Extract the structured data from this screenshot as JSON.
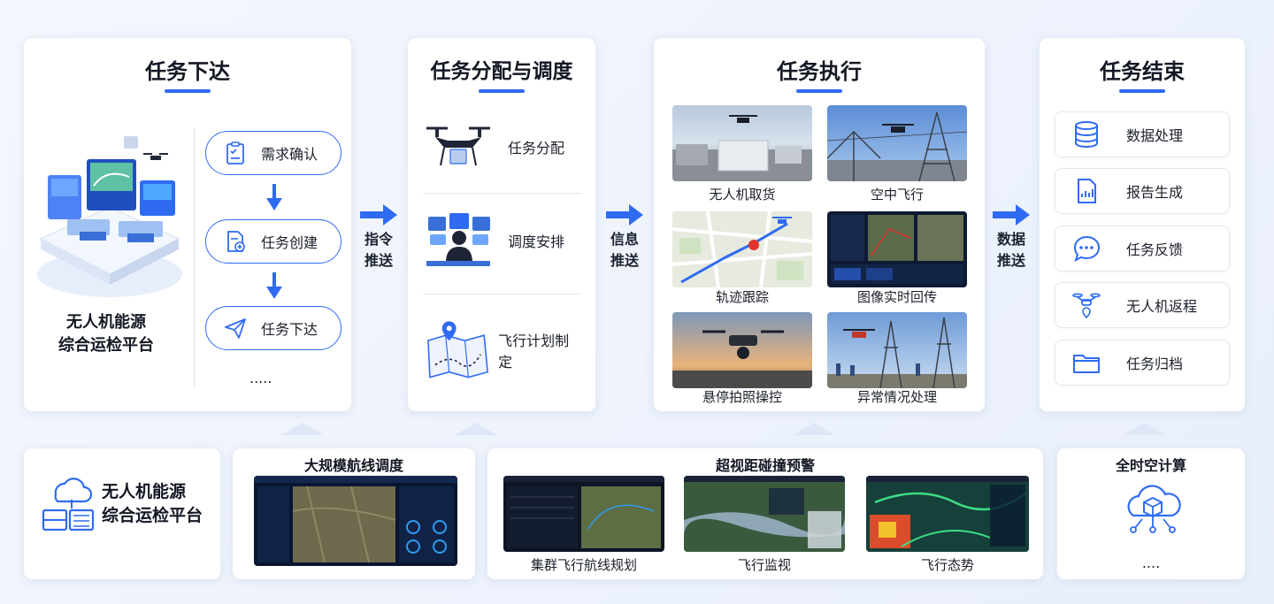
{
  "stage1": {
    "title": "任务下达",
    "platform_label_line1": "无人机能源",
    "platform_label_line2": "综合运检平台",
    "steps": [
      {
        "label": "需求确认",
        "icon": "clipboard-check-icon"
      },
      {
        "label": "任务创建",
        "icon": "document-add-icon"
      },
      {
        "label": "任务下达",
        "icon": "paper-plane-icon"
      }
    ],
    "more": "....."
  },
  "arrow1": {
    "line1": "指令",
    "line2": "推送"
  },
  "stage2": {
    "title": "任务分配与调度",
    "items": [
      {
        "label": "任务分配",
        "icon": "delivery-drone-icon"
      },
      {
        "label": "调度安排",
        "icon": "dispatcher-monitors-icon"
      },
      {
        "label": "飞行计划制定",
        "icon": "map-pin-route-icon"
      }
    ]
  },
  "arrow2": {
    "line1": "信息",
    "line2": "推送"
  },
  "stage3": {
    "title": "任务执行",
    "photos": [
      {
        "label": "无人机取货"
      },
      {
        "label": "空中飞行"
      },
      {
        "label": "轨迹跟踪"
      },
      {
        "label": "图像实时回传"
      },
      {
        "label": "悬停拍照操控"
      },
      {
        "label": "异常情况处理"
      }
    ]
  },
  "arrow3": {
    "line1": "数据",
    "line2": "推送"
  },
  "stage4": {
    "title": "任务结束",
    "items": [
      {
        "label": "数据处理",
        "icon": "database-icon"
      },
      {
        "label": "报告生成",
        "icon": "report-chart-icon"
      },
      {
        "label": "任务反馈",
        "icon": "chat-bubble-icon"
      },
      {
        "label": "无人机返程",
        "icon": "drone-return-icon"
      },
      {
        "label": "任务归档",
        "icon": "folder-icon"
      }
    ]
  },
  "bottom": {
    "platform": {
      "line1": "无人机能源",
      "line2": "综合运检平台"
    },
    "route": {
      "title": "大规模航线调度"
    },
    "warning": {
      "title": "超视距碰撞预警",
      "screens": [
        {
          "label": "集群飞行航线规划"
        },
        {
          "label": "飞行监视"
        },
        {
          "label": "飞行态势"
        }
      ]
    },
    "compute": {
      "title": "全时空计算",
      "more": "...."
    }
  },
  "colors": {
    "accent": "#2f6bf2",
    "text": "#1b1f2a",
    "dark_screen": "#0d1a33"
  }
}
